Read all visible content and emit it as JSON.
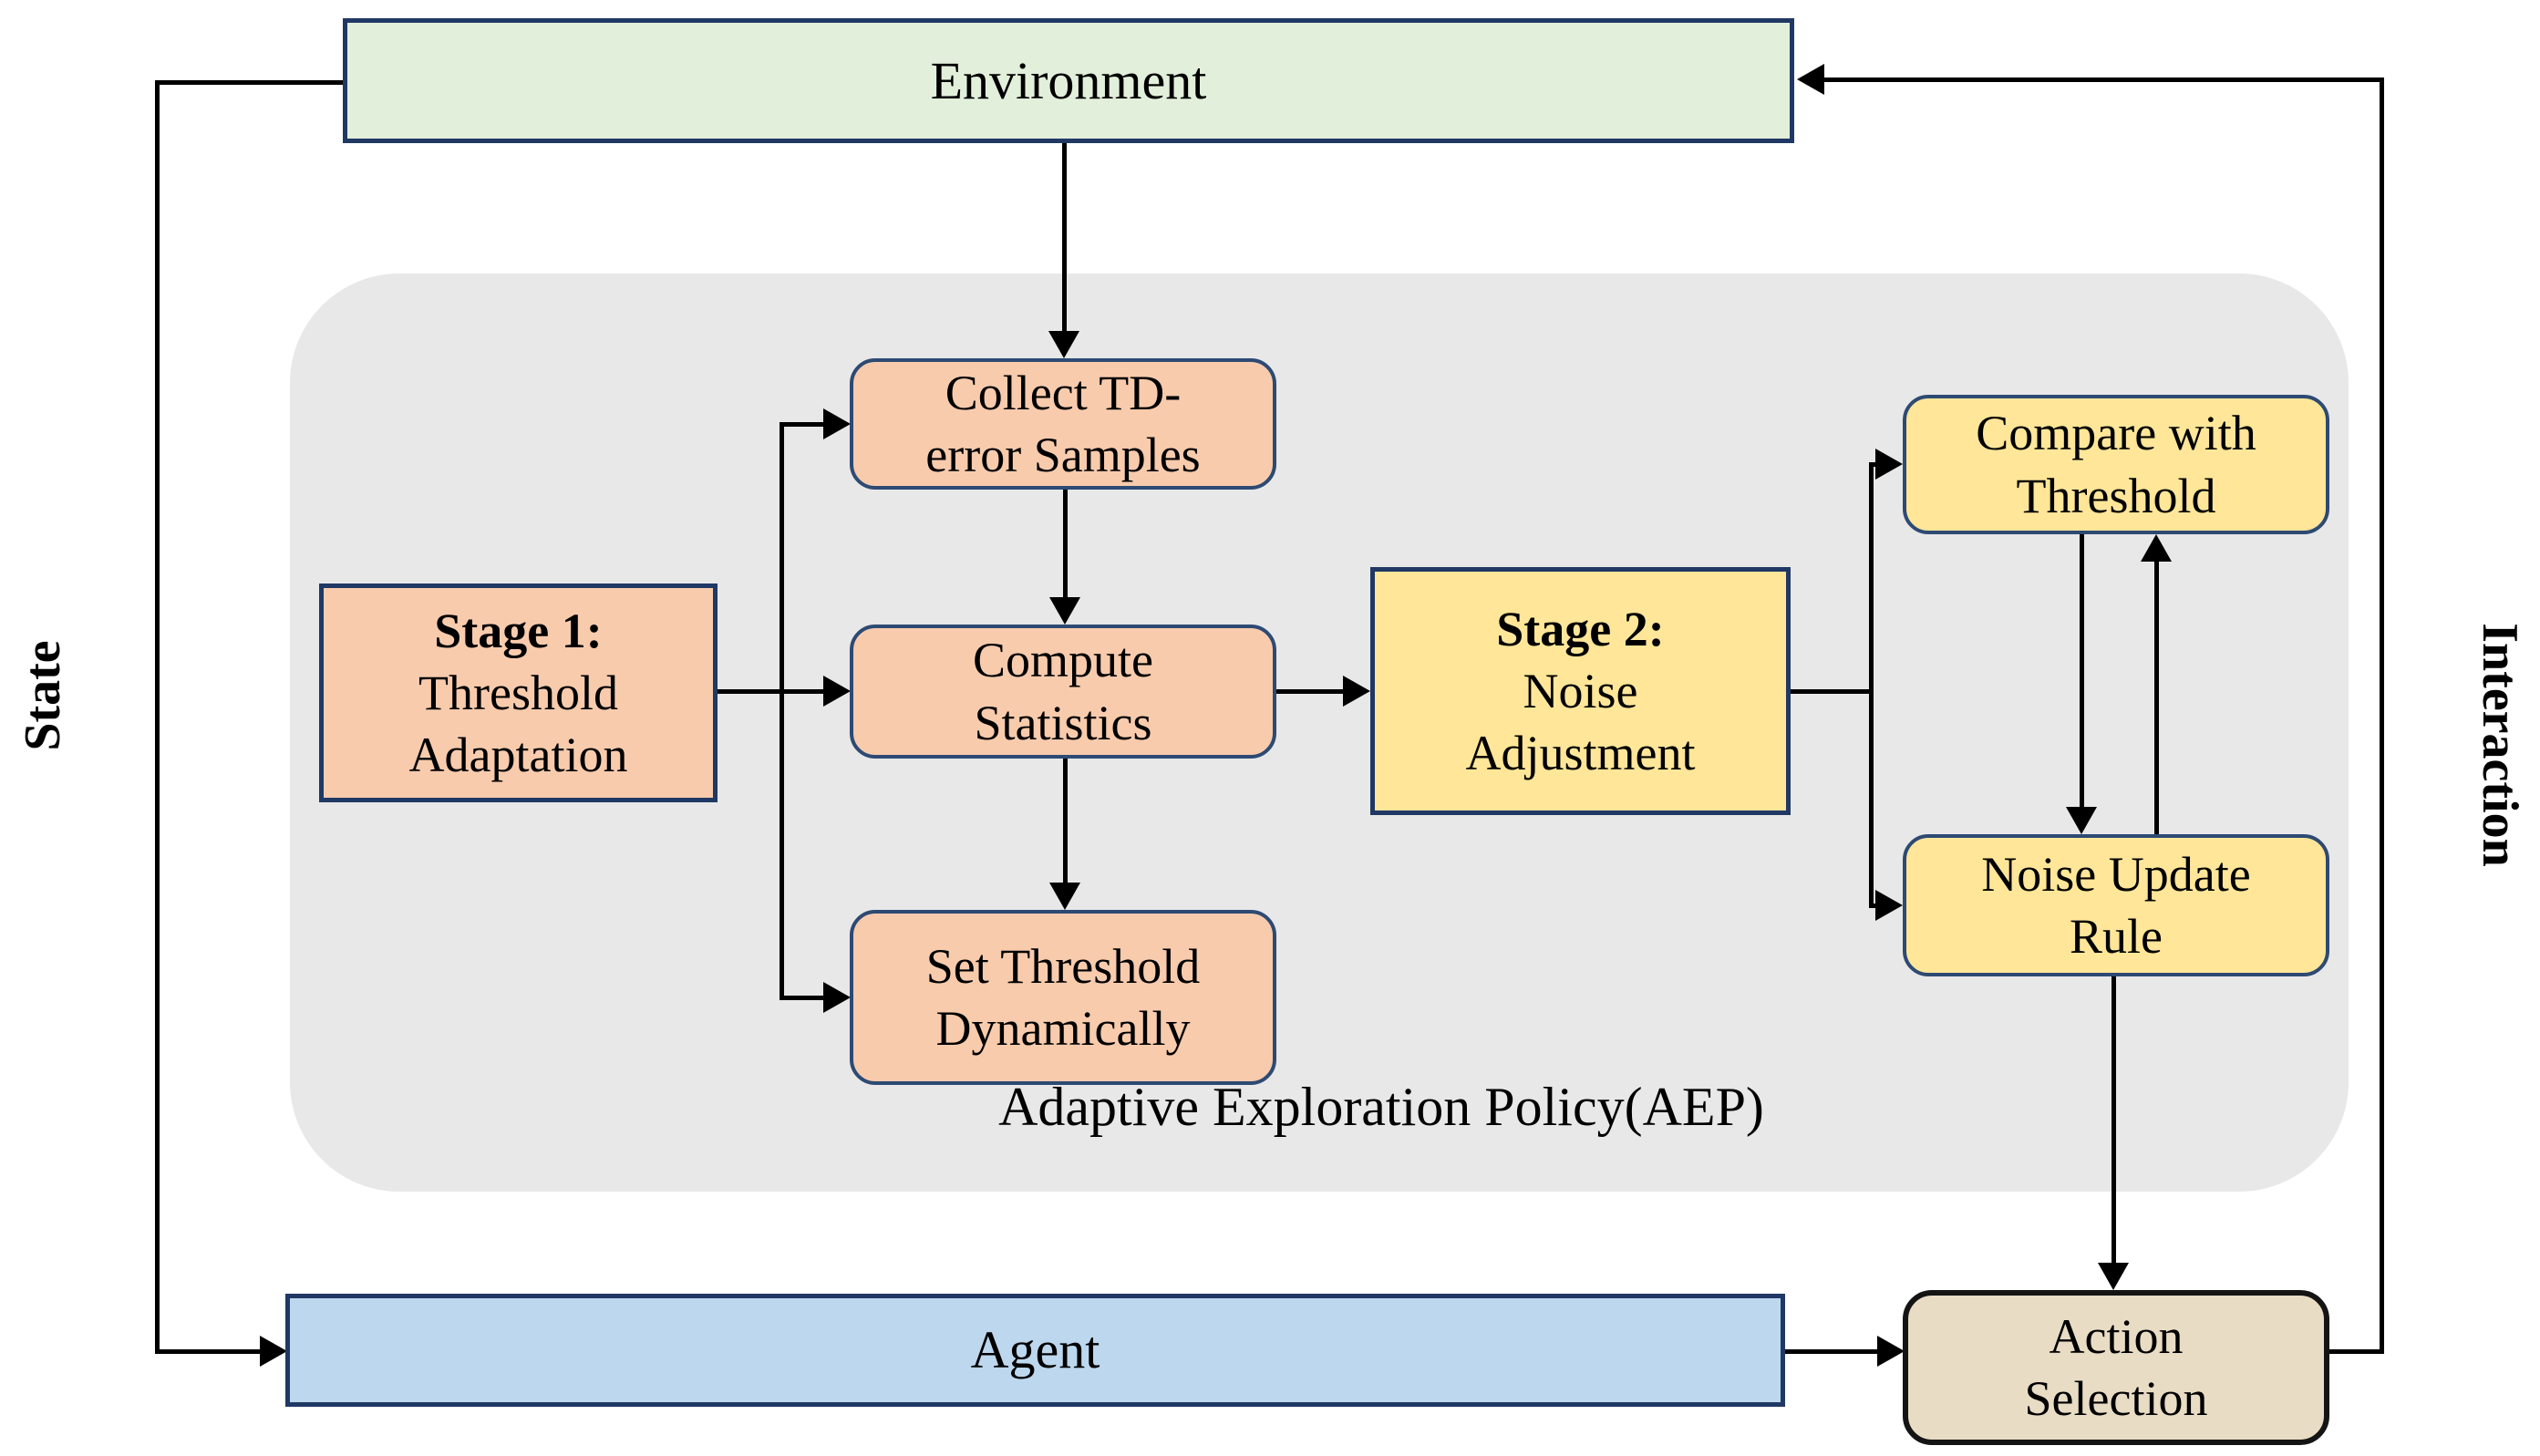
{
  "diagram": {
    "title": "Adaptive Exploration Policy diagram",
    "container_label": "Adaptive Exploration Policy(AEP)",
    "nodes": {
      "environment": {
        "label": "Environment"
      },
      "agent": {
        "label": "Agent"
      },
      "stage1": {
        "title": "Stage 1:",
        "subtitle": "Threshold\nAdaptation"
      },
      "collect": {
        "label": "Collect TD-\nerror Samples"
      },
      "compute": {
        "label": "Compute\nStatistics"
      },
      "set_threshold": {
        "label": "Set Threshold\nDynamically"
      },
      "stage2": {
        "title": "Stage 2:",
        "subtitle": "Noise\nAdjustment"
      },
      "compare": {
        "label": "Compare with\nThreshold"
      },
      "noise_update": {
        "label": "Noise Update\nRule"
      },
      "action_selection": {
        "label": "Action\nSelection"
      }
    },
    "edge_labels": {
      "state": "State",
      "interaction": "Interaction"
    },
    "colors": {
      "environment_fill": "#e2efda",
      "agent_fill": "#bdd7ee",
      "orange_fill": "#f8cbad",
      "yellow_fill": "#ffe699",
      "action_fill": "#e8dcc4",
      "aep_container_fill": "#e8e8e8",
      "box_border_navy": "#203864",
      "rounded_border_navy": "#2d4a73",
      "action_border": "#141414",
      "line_color": "#000000"
    }
  }
}
